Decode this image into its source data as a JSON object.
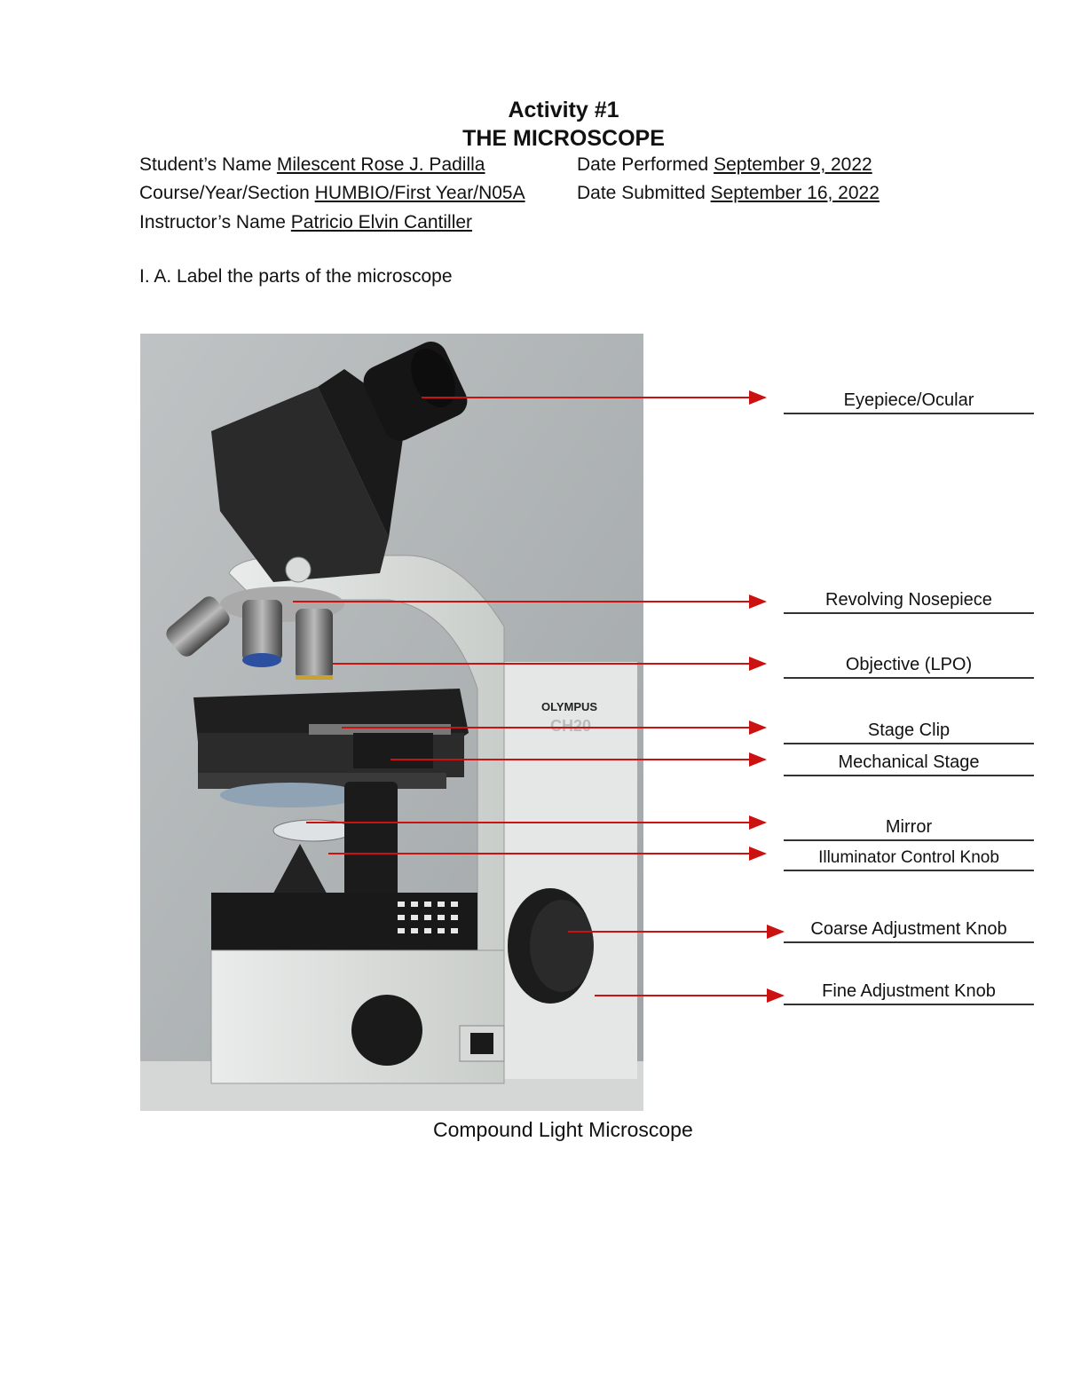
{
  "header": {
    "activity": "Activity #1",
    "title": "THE MICROSCOPE"
  },
  "info": {
    "student_label": "Student’s Name",
    "student_value": "Milescent Rose J. Padilla",
    "date_performed_label": "Date Performed",
    "date_performed_value": "September 9, 2022",
    "course_label": "Course/Year/Section",
    "course_value": "HUMBIO/First Year/N05A",
    "date_submitted_label": "Date Submitted",
    "date_submitted_value": "September 16, 2022",
    "instructor_label": "Instructor’s Name",
    "instructor_value": "Patricio Elvin Cantiller"
  },
  "section": "I. A. Label the parts of the microscope",
  "photo": {
    "brand": "OLYMPUS",
    "model": "CH20"
  },
  "labels": [
    "Eyepiece/Ocular",
    "Revolving Nosepiece",
    "Objective (LPO)",
    "Stage Clip",
    "Mechanical Stage",
    "Mirror",
    "Illuminator Control Knob",
    "Coarse Adjustment Knob",
    "Fine Adjustment Knob"
  ],
  "caption": "Compound Light Microscope",
  "colors": {
    "arrow": "#cc1111",
    "underline": "#333333"
  }
}
